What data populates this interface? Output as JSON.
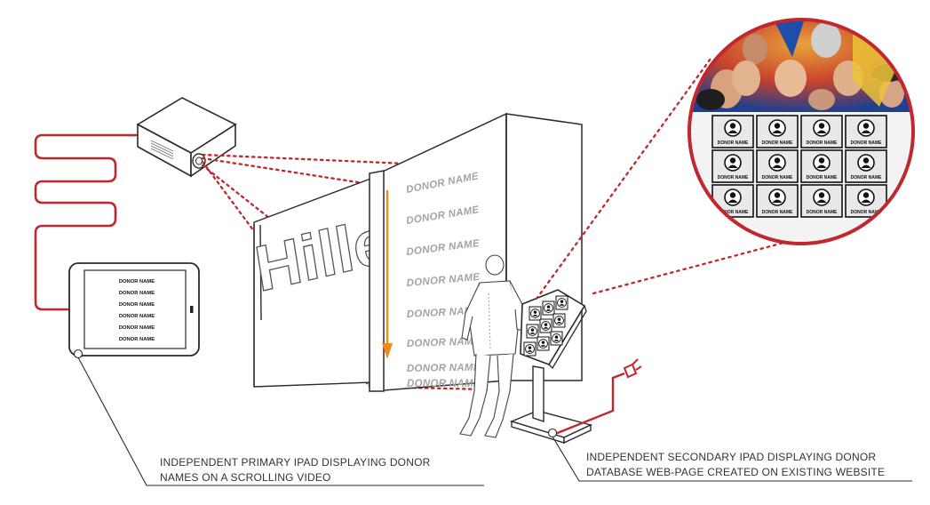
{
  "sign": {
    "logo_text": "Hillel"
  },
  "wall": {
    "donor_labels": [
      "DONOR NAME",
      "DONOR NAME",
      "DONOR NAME",
      "DONOR NAME",
      "DONOR NAME",
      "DONOR NAME",
      "DONOR NAME",
      "DONOR NAME"
    ]
  },
  "primary_ipad": {
    "names": [
      "DONOR NAME",
      "DONOR NAME",
      "DONOR NAME",
      "DONOR NAME",
      "DONOR NAME",
      "DONOR NAME"
    ],
    "caption_line1": "INDEPENDENT PRIMARY IPAD DISPLAYING DONOR",
    "caption_line2": "NAMES ON A SCROLLING VIDEO"
  },
  "secondary_ipad": {
    "caption_line1": "INDEPENDENT SECONDARY IPAD DISPLAYING DONOR",
    "caption_line2": "DATABASE WEB-PAGE  CREATED ON EXISTING WEBSITE"
  },
  "detail_circle": {
    "tile_label": "DONOR NAME",
    "tile_count": 12
  },
  "colors": {
    "red": "#c0282e",
    "orange": "#f08a1c",
    "line": "#2a2a2a",
    "wall_text": "#a3a3a3"
  }
}
